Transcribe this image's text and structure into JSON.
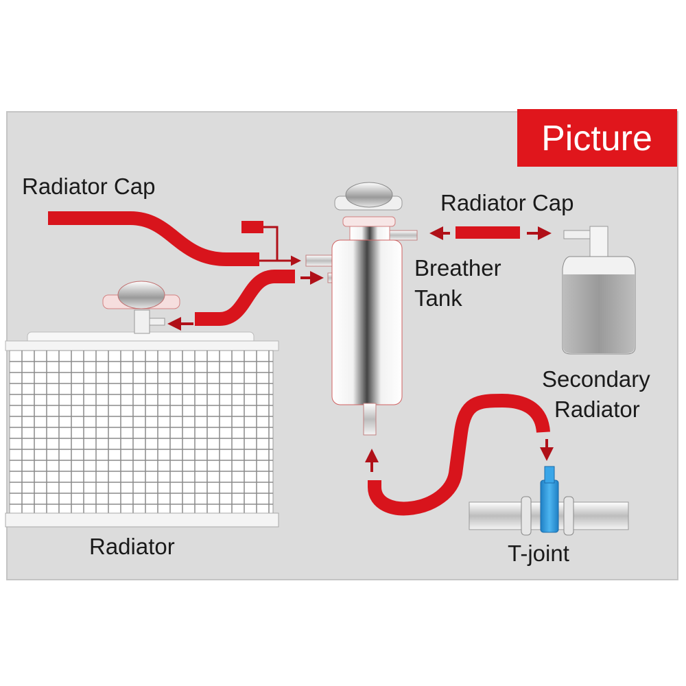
{
  "badge": {
    "label": "Picture"
  },
  "labels": {
    "radiator_cap_left": "Radiator Cap",
    "radiator_cap_right": "Radiator Cap",
    "breather_tank_line1": "Breather",
    "breather_tank_line2": "Tank",
    "secondary_radiator_line1": "Secondary",
    "secondary_radiator_line2": "Radiator",
    "radiator": "Radiator",
    "t_joint": "T-joint"
  },
  "colors": {
    "background_panel": "#dcdcdc",
    "hose_red": "#d8141c",
    "arrow_red": "#b01018",
    "badge_red": "#e0161c",
    "tjoint_blue": "#2f9de0"
  }
}
